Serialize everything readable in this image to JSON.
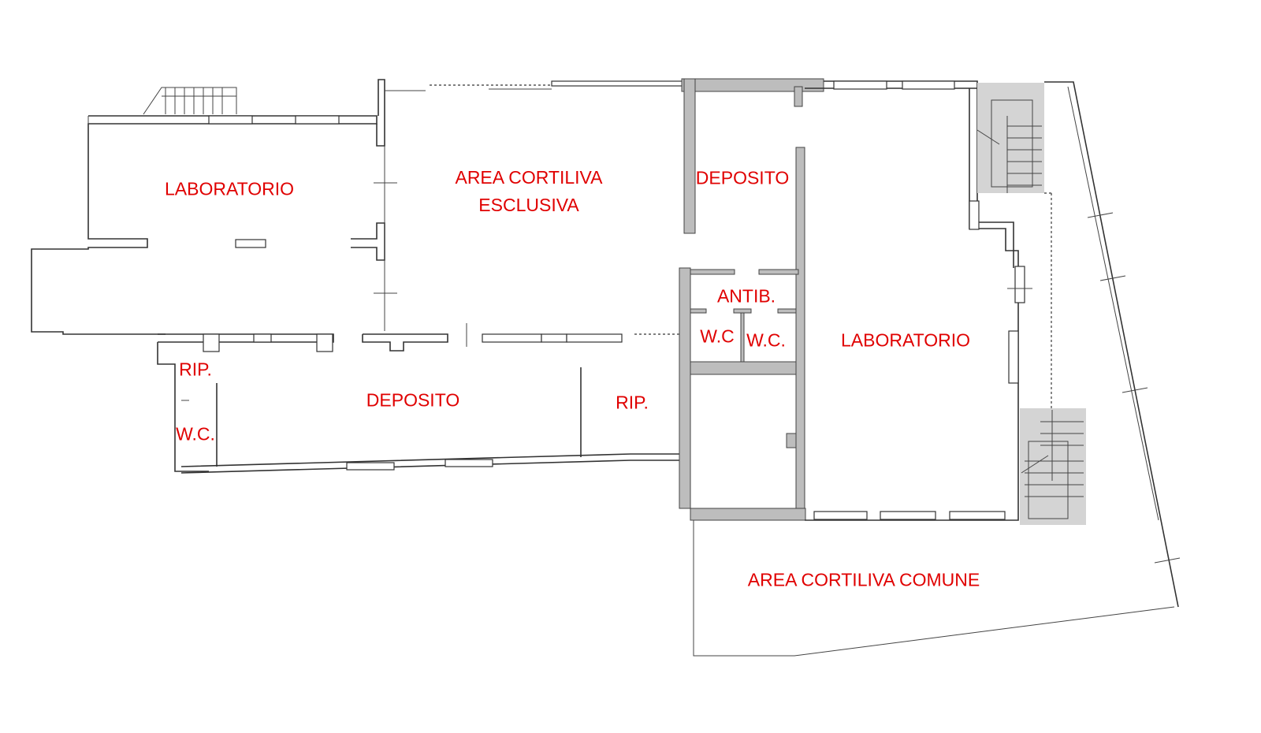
{
  "title": "Floor plan",
  "label_color": "#e00000",
  "rooms": {
    "laboratorio_left": "LABORATORIO",
    "area_cortiliva_esclusiva_1": "AREA CORTILIVA",
    "area_cortiliva_esclusiva_2": "ESCLUSIVA",
    "deposito_top": "DEPOSITO",
    "antib": "ANTIB.",
    "wc_1": "W.C",
    "wc_2": "W.C.",
    "laboratorio_right": "LABORATORIO",
    "rip_left": "RIP.",
    "deposito_bottom": "DEPOSITO",
    "rip_center": "RIP.",
    "wc_left": "W.C.",
    "area_cortiliva_comune": "AREA CORTILIVA COMUNE"
  }
}
